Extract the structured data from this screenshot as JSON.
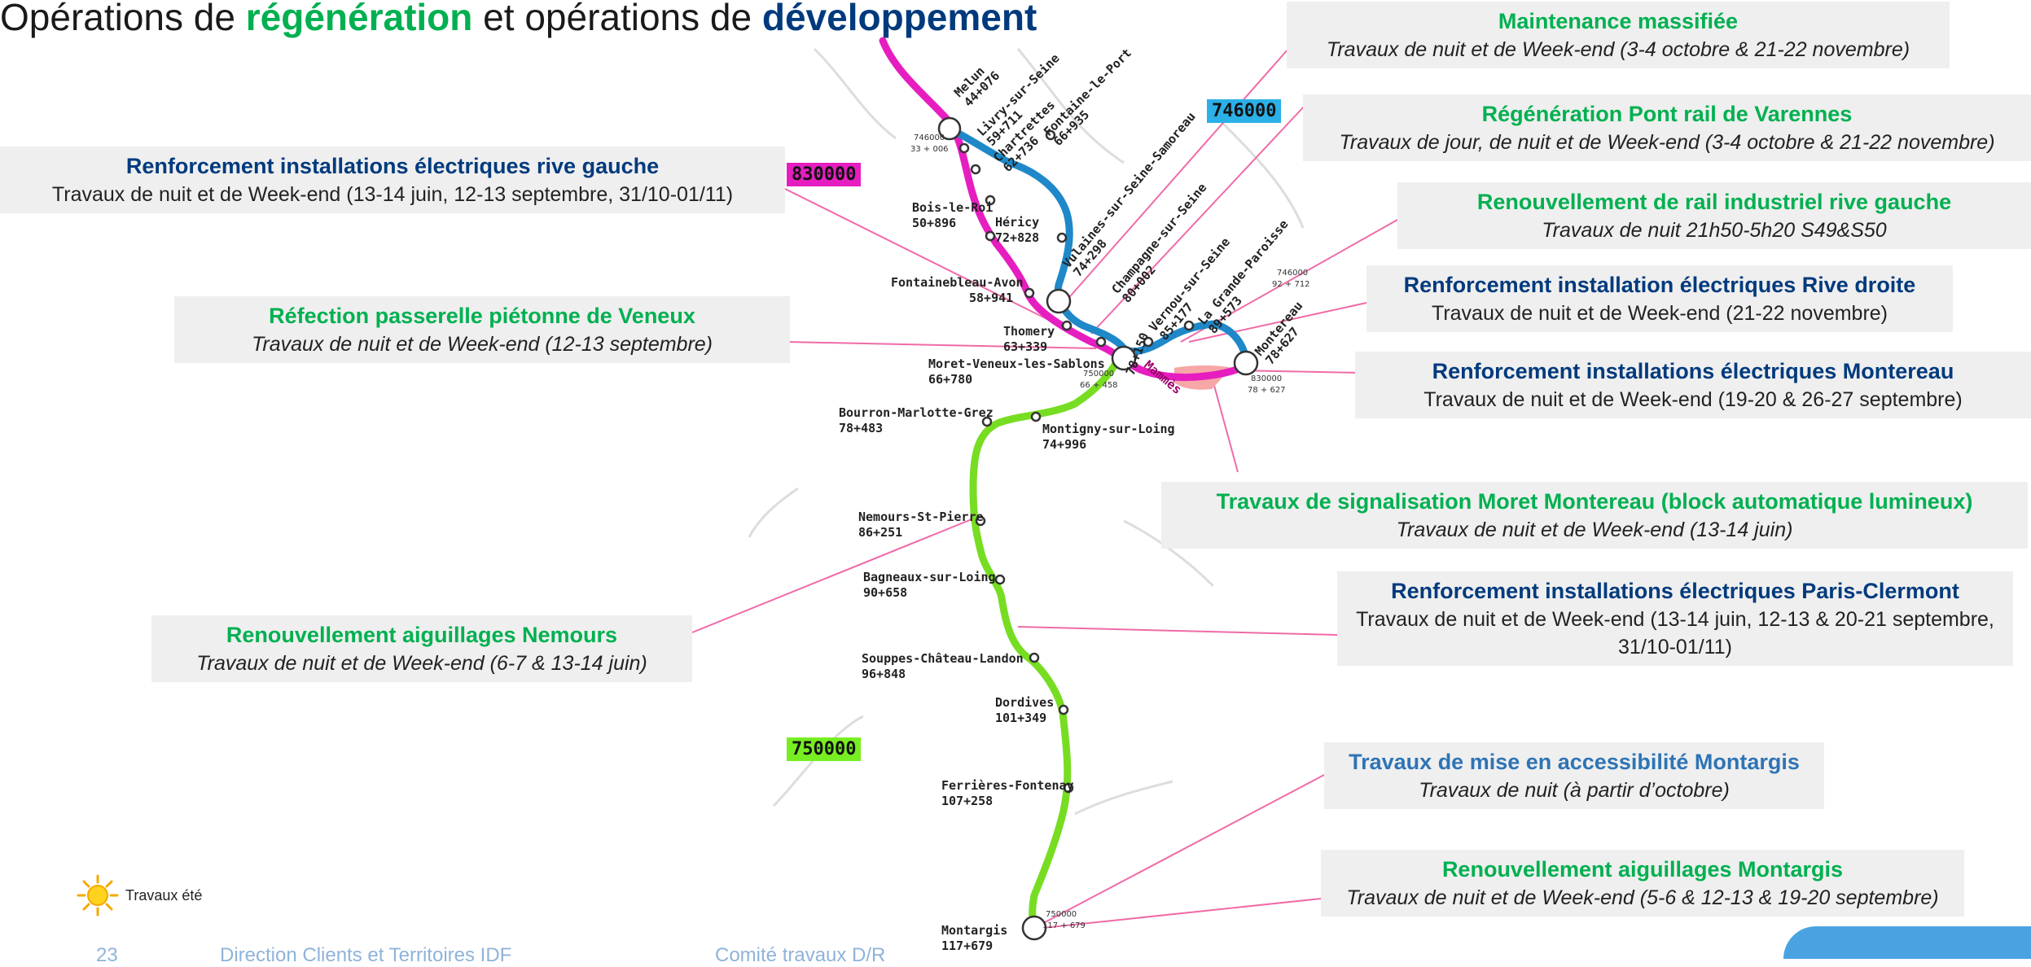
{
  "title": {
    "part1": "Opérations de ",
    "highlight1": "régénération",
    "part2": " et opérations de ",
    "highlight2": "développement"
  },
  "codes": {
    "blue": "746000",
    "magenta": "830000",
    "green": "750000"
  },
  "stations": [
    {
      "name": "Melun",
      "pk": "44+076"
    },
    {
      "name": "Livry-sur-Seine",
      "pk": "59+711"
    },
    {
      "name": "Chartrettes",
      "pk": "62+736"
    },
    {
      "name": "Fontaine-le-Port",
      "pk": "66+935"
    },
    {
      "name": "Bois-le-Roi",
      "pk": "50+896"
    },
    {
      "name": "Héricy",
      "pk": "72+828"
    },
    {
      "name": "Vulaines-sur-Seine-Samoreau",
      "pk": "74+298"
    },
    {
      "name": "Champagne-sur-Seine",
      "pk": "80+002"
    },
    {
      "name": "Fontainebleau-Avon",
      "pk": "58+941"
    },
    {
      "name": "Vernou-sur-Seine",
      "pk": "85+177"
    },
    {
      "name": "La Grande-Paroisse",
      "pk": "89+573"
    },
    {
      "name": "Montereau",
      "pk": "78+627"
    },
    {
      "name": "Thomery",
      "pk": "63+339"
    },
    {
      "name": "Moret-Veneux-les-Sablons",
      "pk": "66+780"
    },
    {
      "name": "Mammès",
      "pk": "78+150"
    },
    {
      "name": "Bourron-Marlotte-Grez",
      "pk": "78+483"
    },
    {
      "name": "Montigny-sur-Loing",
      "pk": "74+996"
    },
    {
      "name": "Nemours-St-Pierre",
      "pk": "86+251"
    },
    {
      "name": "Bagneaux-sur-Loing",
      "pk": "90+658"
    },
    {
      "name": "Souppes-Château-Landon",
      "pk": "96+848"
    },
    {
      "name": "Dordives",
      "pk": "101+349"
    },
    {
      "name": "Ferrières-Fontenay",
      "pk": "107+258"
    },
    {
      "name": "Montargis",
      "pk": "117+679"
    }
  ],
  "mini_labels": {
    "melun_code": "746000",
    "melun_pk": "33 + 006",
    "montereau_code1": "746000",
    "montereau_pk1": "92 + 712",
    "montereau_code2": "830000",
    "montereau_pk2": "78 + 627",
    "moret_code": "750000",
    "moret_pk": "66 + 458",
    "montargis_code": "750000",
    "montargis_pk": "117 + 679"
  },
  "boxes": {
    "maintenance": {
      "heading": "Maintenance massifiée",
      "sub": "Travaux de nuit et de Week-end (3-4 octobre & 21-22 novembre)"
    },
    "varennes": {
      "heading": "Régénération Pont rail de Varennes",
      "sub": "Travaux de jour, de nuit et de Week-end (3-4 octobre & 21-22 novembre)"
    },
    "rive_gauche_elec": {
      "heading": "Renforcement installations électriques rive gauche",
      "sub": "Travaux de nuit et de Week-end (13-14 juin, 12-13 septembre, 31/10-01/11)"
    },
    "rail_industriel": {
      "heading": "Renouvellement de rail industriel rive gauche",
      "sub": "Travaux de nuit 21h50-5h20 S49&S50"
    },
    "rive_droite": {
      "heading": "Renforcement installation électriques Rive droite",
      "sub": "Travaux de nuit et de Week-end (21-22 novembre)"
    },
    "veneux": {
      "heading": "Réfection passerelle piétonne de Veneux",
      "sub": "Travaux de nuit et de Week-end (12-13 septembre)"
    },
    "montereau_elec": {
      "heading": "Renforcement installations électriques Montereau",
      "sub": "Travaux de nuit et de Week-end (19-20 & 26-27 septembre)"
    },
    "signalisation": {
      "heading": "Travaux de signalisation Moret Montereau (block automatique lumineux)",
      "sub": "Travaux de nuit et de Week-end (13-14 juin)"
    },
    "paris_clermont": {
      "heading": "Renforcement installations électriques Paris-Clermont",
      "sub": "Travaux de nuit et de Week-end (13-14 juin, 12-13 & 20-21 septembre, 31/10-01/11)"
    },
    "nemours": {
      "heading": "Renouvellement aiguillages Nemours",
      "sub": "Travaux de nuit et de Week-end (6-7 & 13-14 juin)"
    },
    "accessibilite": {
      "heading": "Travaux de mise en accessibilité Montargis",
      "sub": "Travaux de nuit (à partir d’octobre)"
    },
    "montargis_aig": {
      "heading": "Renouvellement aiguillages Montargis",
      "sub": "Travaux de nuit et de Week-end (5-6 & 12-13 & 19-20 septembre)"
    }
  },
  "legend": {
    "label": "Travaux été"
  },
  "footer": {
    "page": "23",
    "org": "Direction Clients et Territoires IDF",
    "comite": "Comité travaux D/R"
  },
  "colors": {
    "green": "#00b050",
    "navy": "#003a7d",
    "line_blue": "#1e88c8",
    "line_magenta": "#e61ec0",
    "line_green": "#77dd22",
    "leader": "#f06aa8"
  }
}
